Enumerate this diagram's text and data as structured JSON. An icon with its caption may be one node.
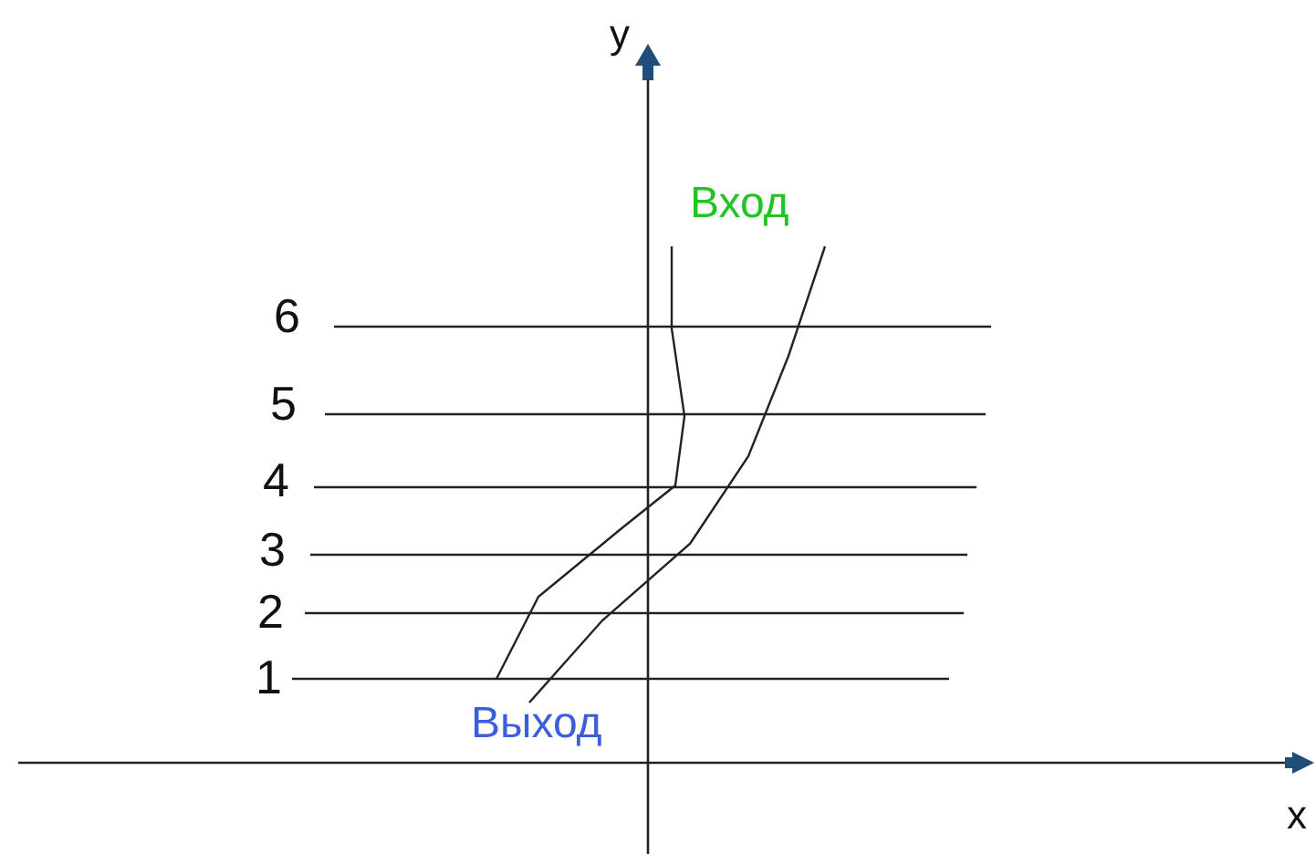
{
  "diagram": {
    "labels": [
      "y",
      "Вход",
      "6",
      "5",
      "4",
      "3",
      "2",
      "1",
      "Выход",
      "x"
    ]
  }
}
